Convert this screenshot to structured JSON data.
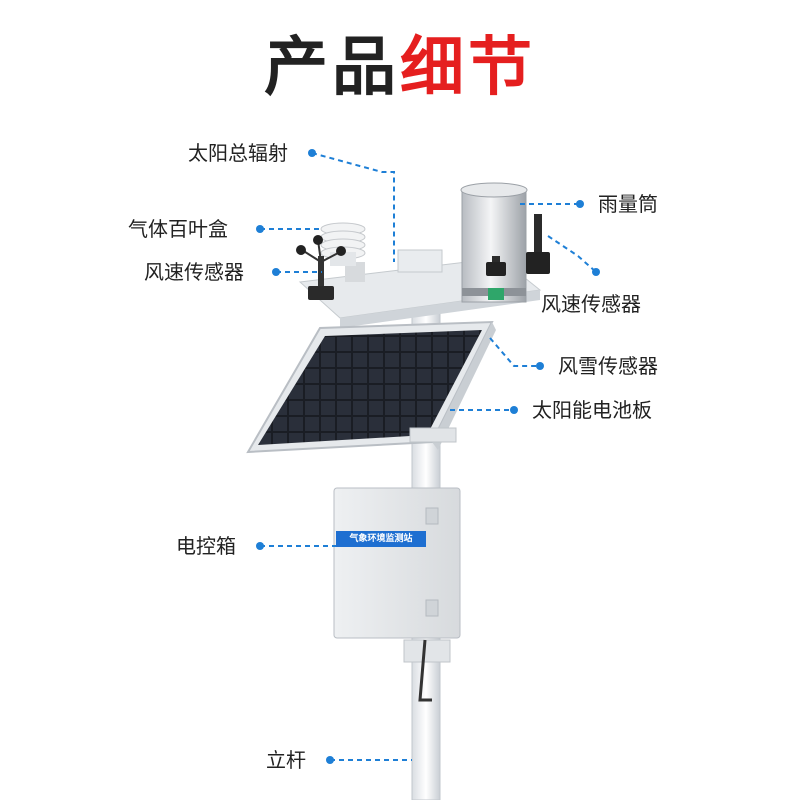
{
  "title": {
    "part1": "产品",
    "part2": "细节"
  },
  "labels": {
    "solar_radiation": "太阳总辐射",
    "louver_box": "气体百叶盒",
    "wind_speed_left": "风速传感器",
    "rain_gauge": "雨量筒",
    "wind_speed_right": "风速传感器",
    "wind_snow": "风雪传感器",
    "solar_panel": "太阳能电池板",
    "control_box": "电控箱",
    "pole": "立杆"
  },
  "box_plate": "气象环境监测站",
  "colors": {
    "accent_blue": "#1e7fd6",
    "title_dark": "#222222",
    "title_red": "#e51f1f"
  }
}
